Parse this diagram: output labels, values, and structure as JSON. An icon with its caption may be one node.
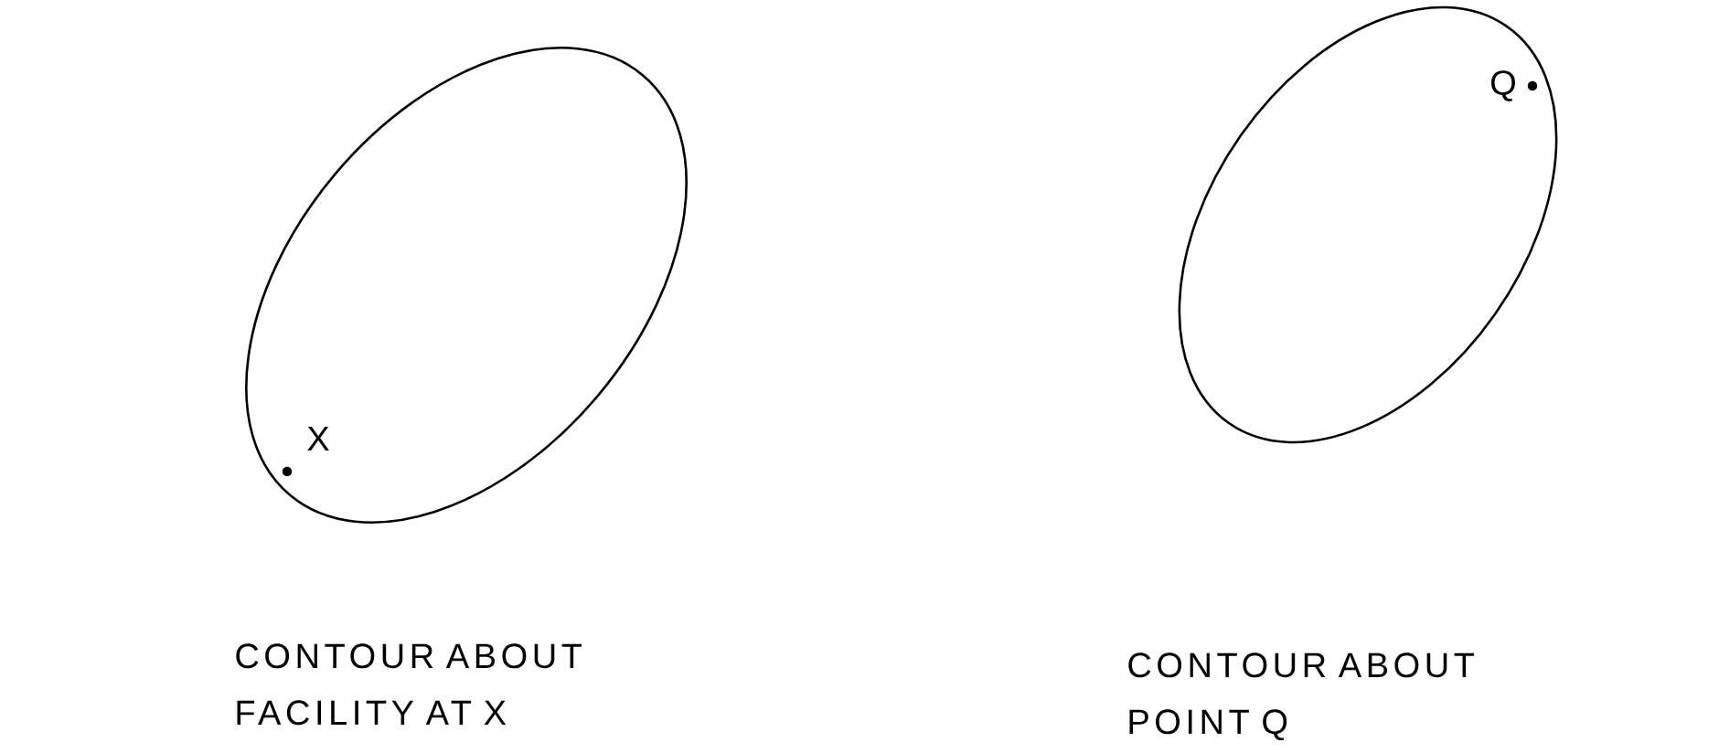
{
  "diagram": {
    "nodes": [
      {
        "text": [],
        "shape": "ellipse"
      },
      {
        "text": [],
        "shape": "ellipse"
      }
    ],
    "labels": [
      "X",
      "Q",
      "CONTOUR ABOUT FACILITY AT X",
      "CONTOUR ABOUT POINT Q"
    ]
  }
}
